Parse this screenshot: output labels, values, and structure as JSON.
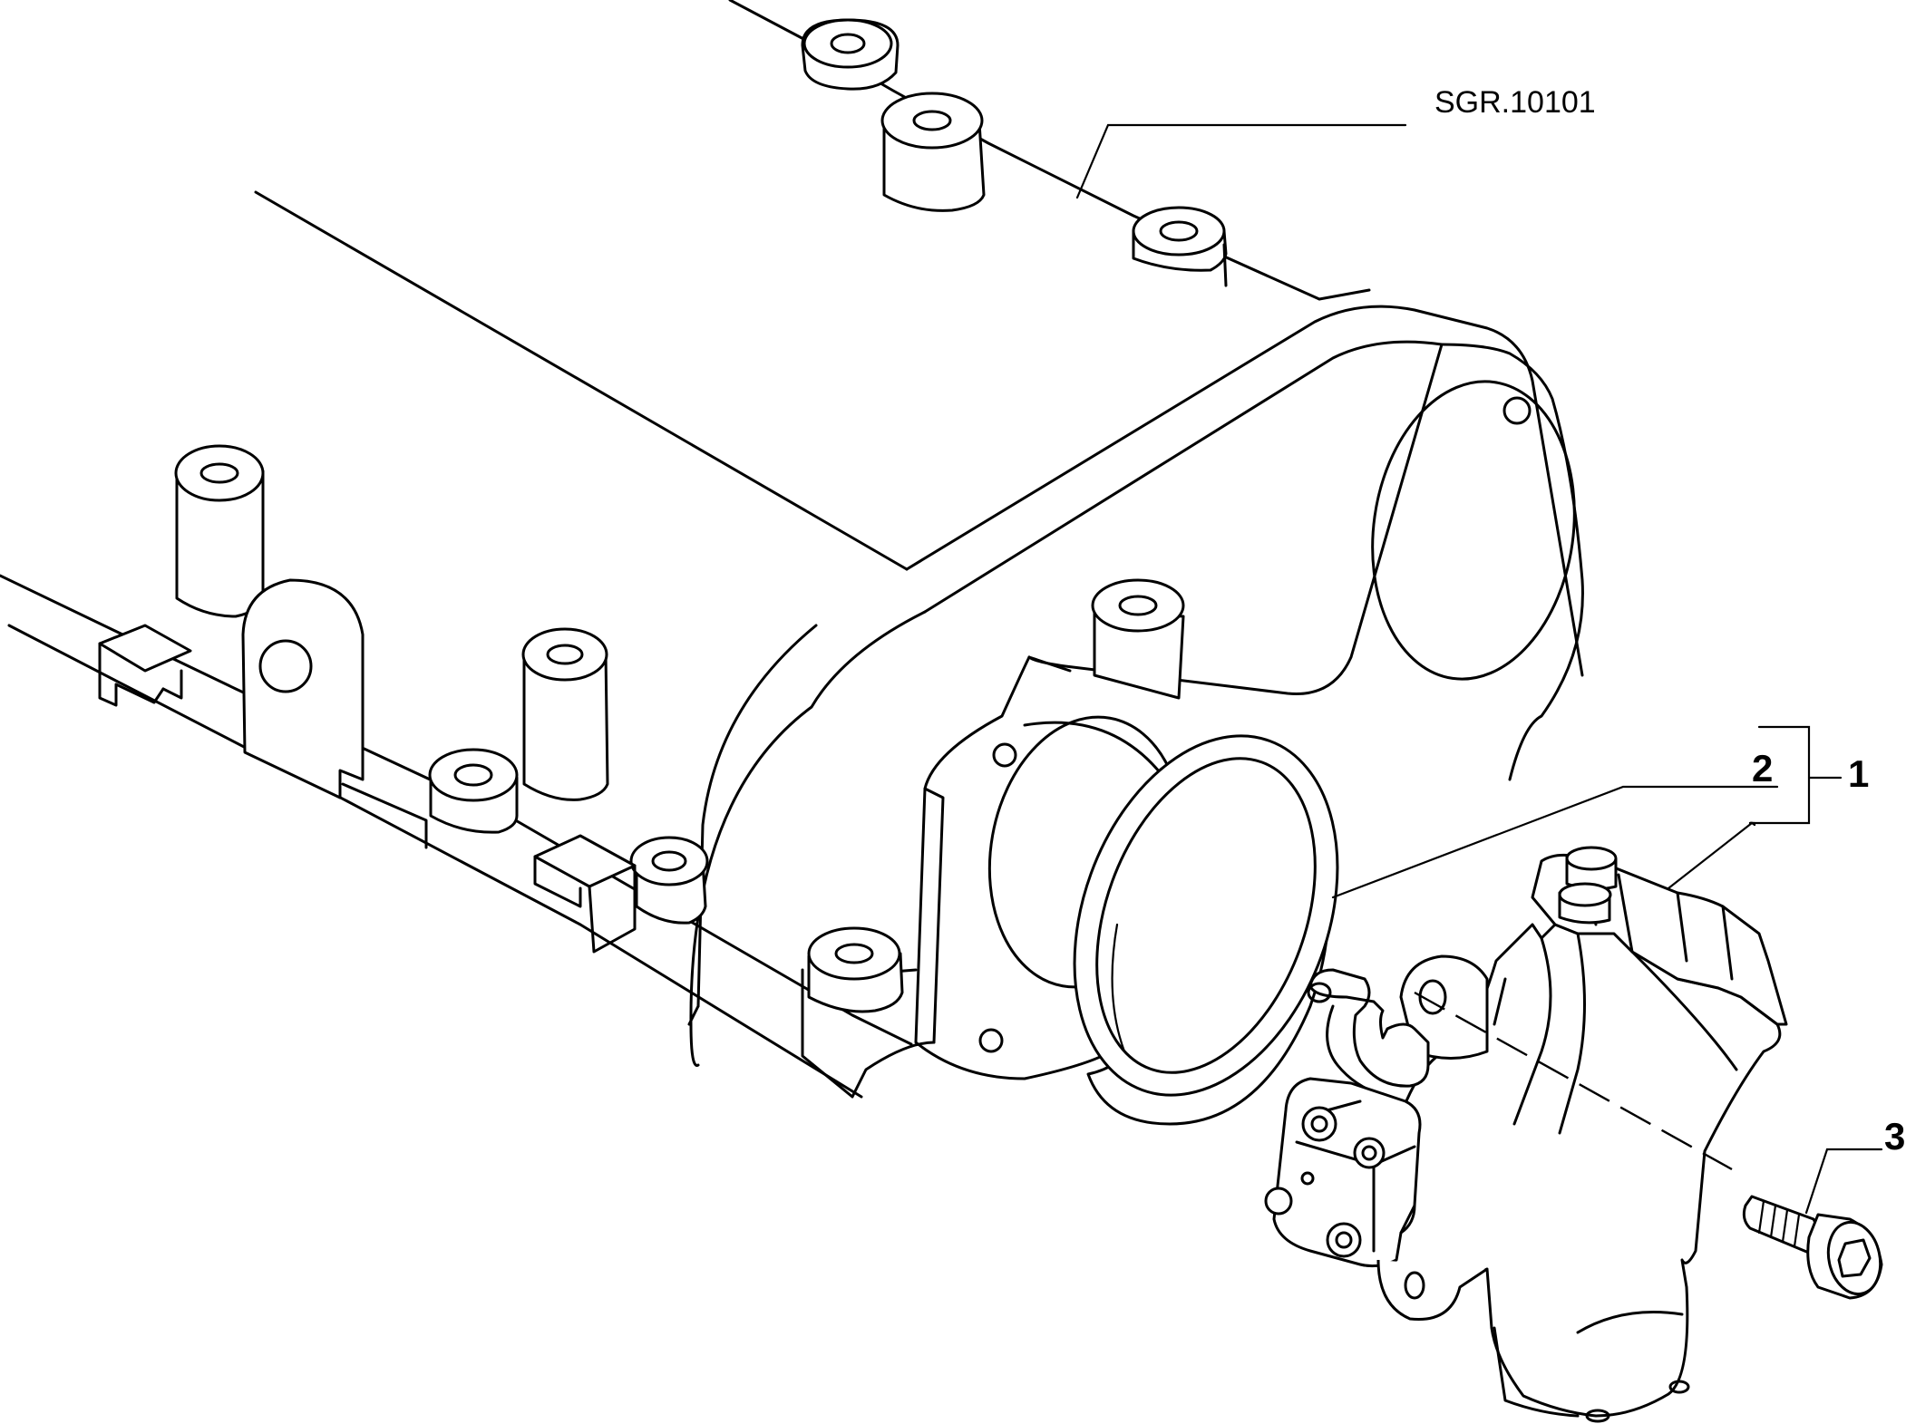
{
  "diagram": {
    "reference_label": "SGR.10101",
    "callouts": [
      {
        "id": "1",
        "label": "1"
      },
      {
        "id": "2",
        "label": "2"
      },
      {
        "id": "3",
        "label": "3"
      }
    ]
  },
  "colors": {
    "line": "#000000",
    "background": "#ffffff"
  }
}
